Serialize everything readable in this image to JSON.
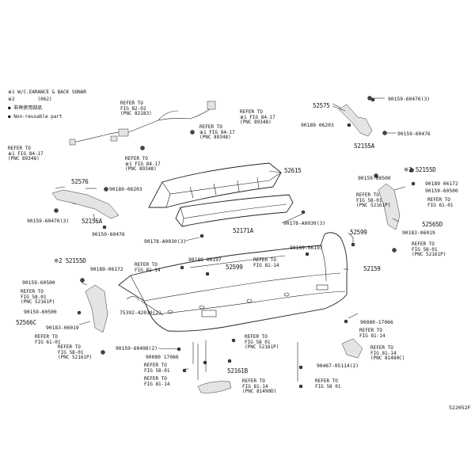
{
  "legend": {
    "note1": "※1 W/C.EARANCE & BACK SONAR",
    "note2": "※2        (062)",
    "nonreuse_jp": "● 非再使用部品",
    "nonreuse_en": "● Non-reusable part"
  },
  "parts": {
    "p52575": "52575",
    "p52155A": "52155A",
    "p52615": "52615",
    "p52576": "52576",
    "p52156A": "52156A",
    "p52171A": "52171A",
    "p52155D_r": "※2 52155D",
    "p52565D": "52565D",
    "p52599_r": "52599",
    "p52599_c": "52599",
    "p52159": "52159",
    "p52155D_l": "※2 52155D",
    "p52566C": "52566C",
    "p52161B": "52161B"
  },
  "numbers": {
    "n90159_60476_3_tr": "90159-60476(3)",
    "n90189_06203_tr": "90189 06203",
    "n90159_60476_tr": "90159-60476",
    "n90189_06203_l": "90189-06203",
    "n90159_60476_3_l": "90159-60476(3)",
    "n90159_60476_l": "90159-60476",
    "n90178_A0030_l": "90178-A0030(3)",
    "n90178_A0030_r": "90178-A0030(3)",
    "n90159_60500_r": "90159-60500",
    "n90189_06172_r": "90189 06172",
    "n90159_60500_r2": "90159-60500",
    "n90183_06019_r": "90183-06019",
    "n90189_06197_r": "90189-06197",
    "n90189_06197_c": "90189 06197",
    "n90159_60500_l": "90159-60500",
    "n90189_06172_l": "90189-06172",
    "n90159_60500_l2": "90159-60500",
    "n90183_06019_l": "90183-06019",
    "n75392_42010": "75392-42010(2)",
    "n90159_60498": "90159-60498(2)",
    "n90080_17066_l": "90080 17066",
    "n90080_17066_r": "90080-17066",
    "n90467_05114": "90467-05114(2)"
  },
  "refs": {
    "r_tl_fig82": "REFER TO\nFIG 82-02\n(PNC 82183)",
    "r_fig84_89348_top": "REFER TO\n※1 FIG 84-17\n(PNC 89348)",
    "r_fig84_89348_mid": "REFER TO\n※1 FIG 84-17\n(PNC 89348)",
    "r_fig84_89348_l": "REFER TO\n※1 FIG 84-17\n(PNC 89348)",
    "r_fig84_89348_c": "REFER TO\n※1 FIG 84-17\n(PNC 89348)",
    "r_fig58_r": "REFER TO\nFIG 58-01\n(PNC 52161P)",
    "r_fig61_r": "REFER TO\nFIG 61-01",
    "r_fig58_r2": "REFER TO\nFIG 58-01\n(PNC 52161P)",
    "r_fig81_c": "REFER TO\nFIG 81-14",
    "r_fig81_c2": "REFER TO\nFIG 81-14",
    "r_fig58_l": "REFER TO\nFIG 58-01\n(PNC 52161P)",
    "r_fig61_l": "REFER TO\nFIG 61-01",
    "r_fig58_l2": "REFER TO\nFIG 58-01\n(PNC 52161P)",
    "r_fig58_b": "REFER TO\nFIG 58 01\n(PNC 52161P)",
    "r_fig81_r": "REFER TO\nFIG 81-14",
    "r_fig81_r2": "REFER TO\nFIG 81-14\n(PNC 81480C)",
    "r_fig58_bl": "REFER TO\nFIG 58-01",
    "r_fig81_bl": "REFER TO\nFIG 81-14",
    "r_fig81_b": "REFER TO\nFIG 81-14\n(PNC 81490D)",
    "r_fig58_br": "REFER TO\nFIG 58 01"
  },
  "figure_code": "522052F"
}
